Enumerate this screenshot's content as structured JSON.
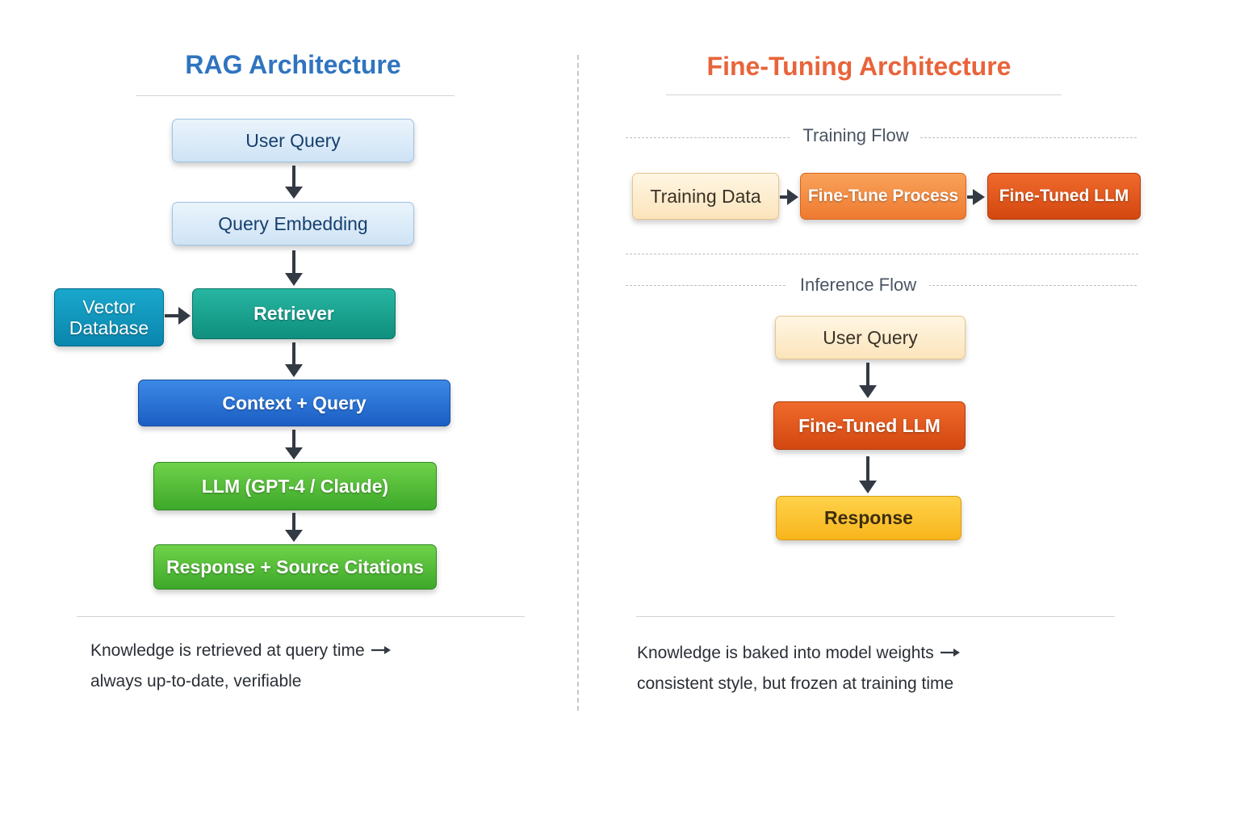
{
  "rag": {
    "title": "RAG Architecture",
    "title_color": "#2f74c0",
    "nodes": {
      "user_query": "User Query",
      "query_embedding": "Query Embedding",
      "vector_database_line1": "Vector",
      "vector_database_line2": "Database",
      "retriever": "Retriever",
      "context_query": "Context + Query",
      "llm": "LLM (GPT-4 / Claude)",
      "response": "Response + Source Citations"
    },
    "note_line1": "Knowledge is retrieved at query time",
    "note_line2": "always up-to-date, verifiable"
  },
  "fine_tuning": {
    "title": "Fine-Tuning Architecture",
    "title_color": "#e8643a",
    "training_flow_label": "Training Flow",
    "training_nodes": {
      "training_data": "Training Data",
      "fine_tune_process": "Fine-Tune Process",
      "fine_tuned_llm": "Fine-Tuned LLM"
    },
    "inference_flow_label": "Inference Flow",
    "inference_nodes": {
      "user_query": "User Query",
      "fine_tuned_llm": "Fine-Tuned LLM",
      "response": "Response"
    },
    "note_line1": "Knowledge is baked into model weights",
    "note_line2": "consistent style, but frozen at training time"
  },
  "colors": {
    "arrow": "#333a44"
  }
}
